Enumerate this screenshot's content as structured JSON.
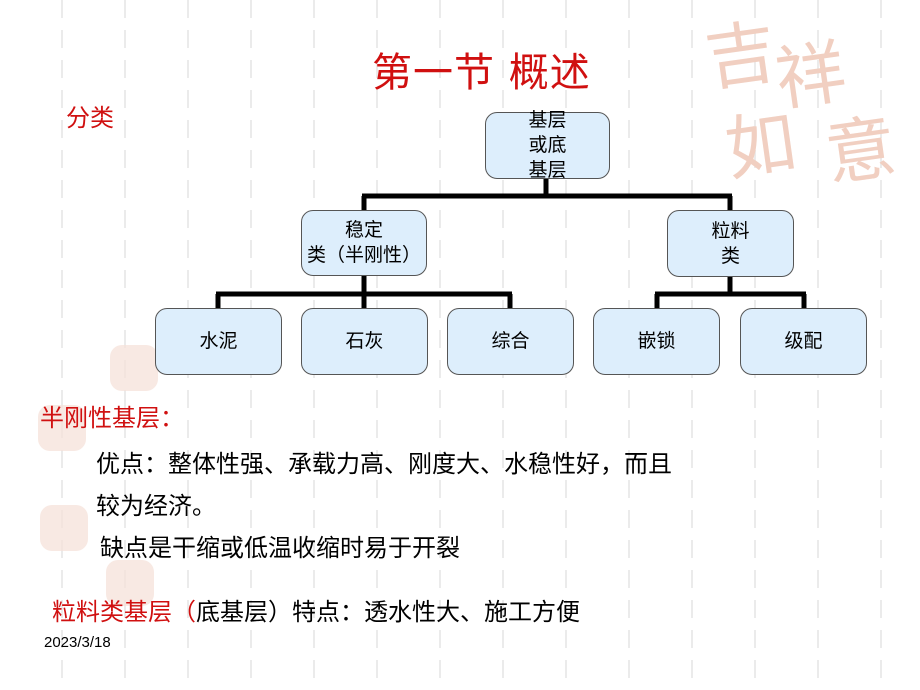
{
  "title": "第一节  概述",
  "classify_label": "分类",
  "tree": {
    "root": "基层\n或底\n基层",
    "groups": [
      {
        "label": "稳定\n类（半刚性）",
        "children": [
          "水泥",
          "石灰",
          "综合"
        ]
      },
      {
        "label": "粒料\n类",
        "children": [
          "嵌锁",
          "级配"
        ]
      }
    ]
  },
  "semi_rigid": {
    "heading": "半刚性基层：",
    "advantages_line1": "优点：整体性强、承载力高、刚度大、水稳性好，而且",
    "advantages_line2": "较为经济。",
    "disadvantages": "缺点是干缩或低温收缩时易于开裂"
  },
  "granular": {
    "heading": "粒料类基层（",
    "base_text": "底基层）特点：透水性大、施工方便"
  },
  "date": "2023/3/18",
  "colors": {
    "accent": "#d01010",
    "node_fill": "#ddeefc",
    "connector": "#000000"
  }
}
